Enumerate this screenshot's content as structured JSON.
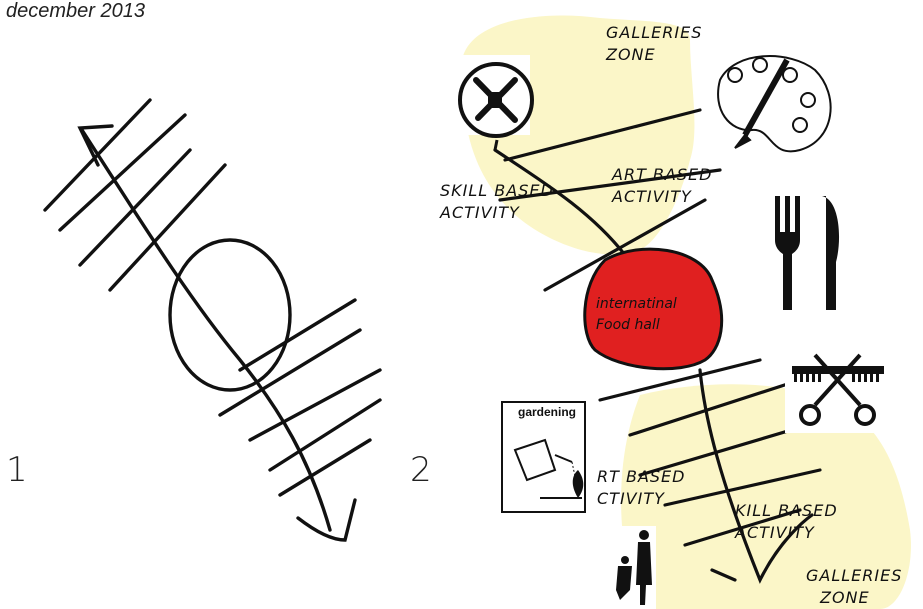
{
  "header": {
    "date": "december 2013"
  },
  "sketch_numbers": {
    "one": "1",
    "two": "2"
  },
  "labels": {
    "galleries_top": [
      "GALLERIES",
      "ZONE"
    ],
    "skill_top": [
      "SKILL BASED",
      "ACTIVITY"
    ],
    "art_top": [
      "ART BASED",
      "ACTIVITY"
    ],
    "food_hall": [
      "internatinal",
      "Food hall"
    ],
    "art_bottom": [
      "RT BASED",
      "CTIVITY"
    ],
    "skill_bottom": [
      "KILL BASED",
      "ACTIVITY"
    ],
    "galleries_bottom": [
      "GALLERIES",
      "ZONE"
    ],
    "gardening": "gardening"
  },
  "icons": [
    "tools-icon",
    "palette-icon",
    "fork-knife-icon",
    "comb-scissors-icon",
    "gardening-icon",
    "sculpture-icon"
  ],
  "colors": {
    "zone_fill": "#fbf6c8",
    "food_hall_fill": "#e02020",
    "ink": "#111111"
  }
}
